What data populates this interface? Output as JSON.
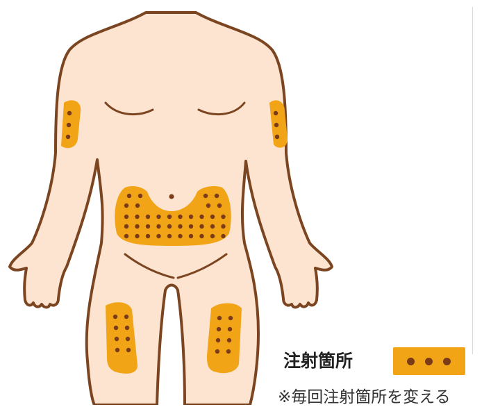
{
  "legend": {
    "label": "注射箇所",
    "note": "※毎回注射箇所を変える"
  },
  "colors": {
    "skin": "#fde4d0",
    "outline": "#7a4520",
    "site_fill": "#f0a416",
    "dot": "#7a3b16",
    "background": "#ffffff"
  },
  "injection_sites": [
    "upper-arm-right",
    "upper-arm-left",
    "abdomen",
    "thigh-right",
    "thigh-left"
  ]
}
